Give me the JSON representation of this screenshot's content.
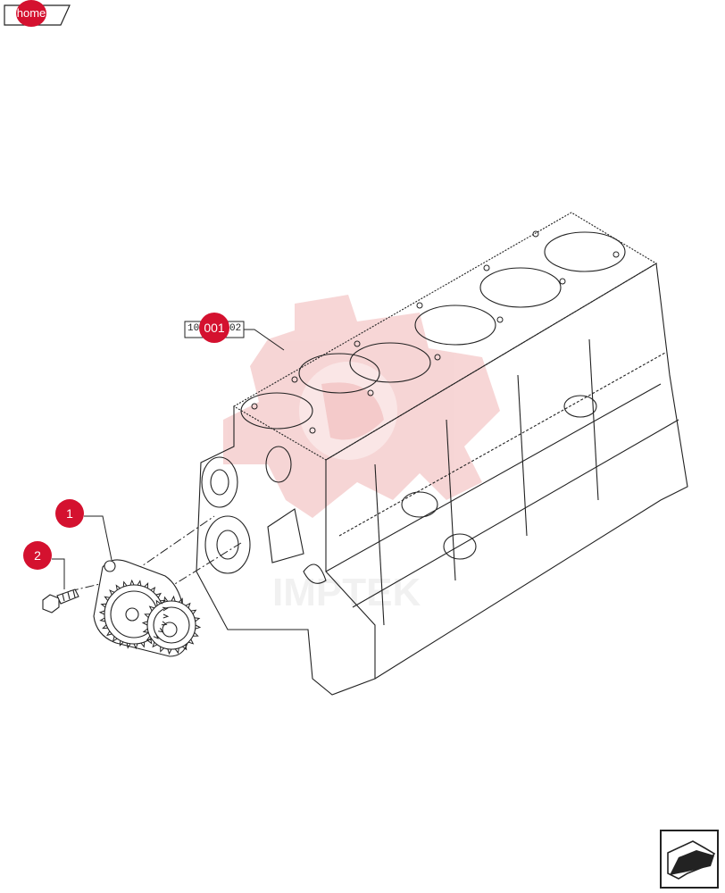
{
  "header": {
    "home_label": "home"
  },
  "diagram": {
    "reference_label": "001",
    "reference_left_fragment": "10",
    "reference_right_fragment": "02",
    "callouts": [
      {
        "label": "1",
        "part": "oil pump with gears"
      },
      {
        "label": "2",
        "part": "bolt"
      }
    ],
    "accent_color": "#d4112f"
  },
  "footer": {
    "nav_icon": "arrow-next-page-icon"
  }
}
